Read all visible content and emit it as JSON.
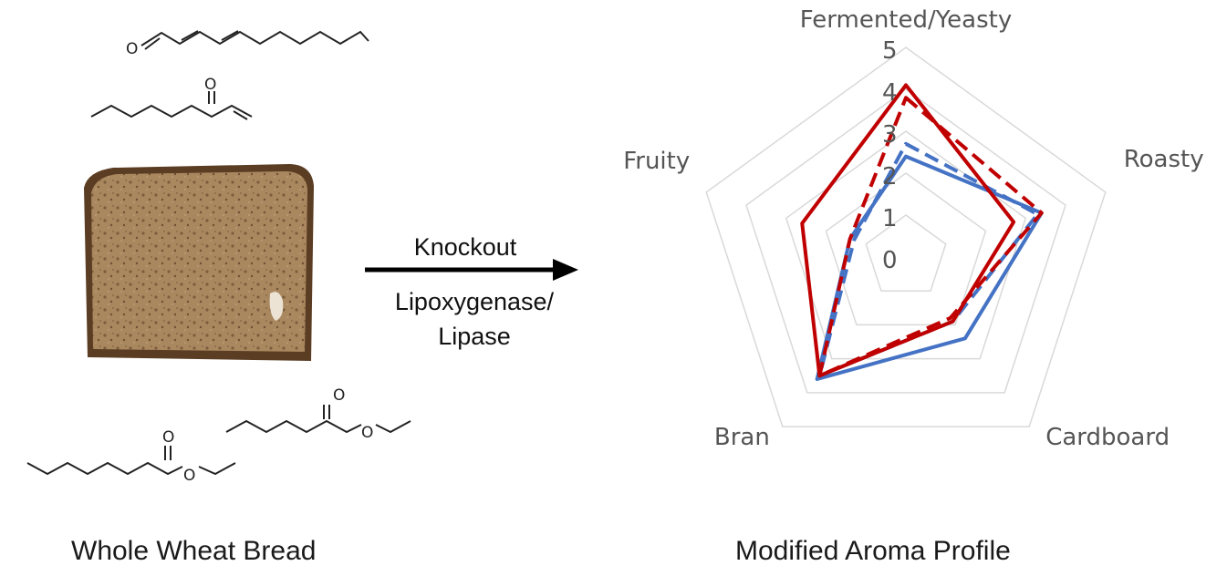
{
  "left_caption": "Whole Wheat Bread",
  "right_caption": "Modified Aroma Profile",
  "arrow": {
    "label_top": "Knockout",
    "label_bottom_line1": "Lipoxygenase/",
    "label_bottom_line2": "Lipase"
  },
  "image": {
    "description_icon": "bread-slice-image"
  },
  "molecule_labels": {
    "oxygen": "O"
  },
  "chart_data": {
    "type": "radar",
    "axes": [
      "Fermented/Yeasty",
      "Roasty",
      "Cardboard",
      "Bran",
      "Fruity"
    ],
    "ticks": [
      "0",
      "1",
      "2",
      "3",
      "4",
      "5"
    ],
    "range": [
      0,
      5
    ],
    "grid": true,
    "series": [
      {
        "color": "#4472c4",
        "dash": false,
        "values": [
          2.4,
          3.4,
          2.4,
          3.6,
          1.4
        ]
      },
      {
        "color": "#4472c4",
        "dash": true,
        "values": [
          2.7,
          3.3,
          1.9,
          3.5,
          1.3
        ]
      },
      {
        "color": "#c00000",
        "dash": false,
        "values": [
          4.1,
          2.7,
          1.9,
          3.5,
          2.6
        ]
      },
      {
        "color": "#c00000",
        "dash": true,
        "values": [
          3.8,
          3.4,
          1.8,
          3.5,
          1.4
        ]
      }
    ]
  }
}
